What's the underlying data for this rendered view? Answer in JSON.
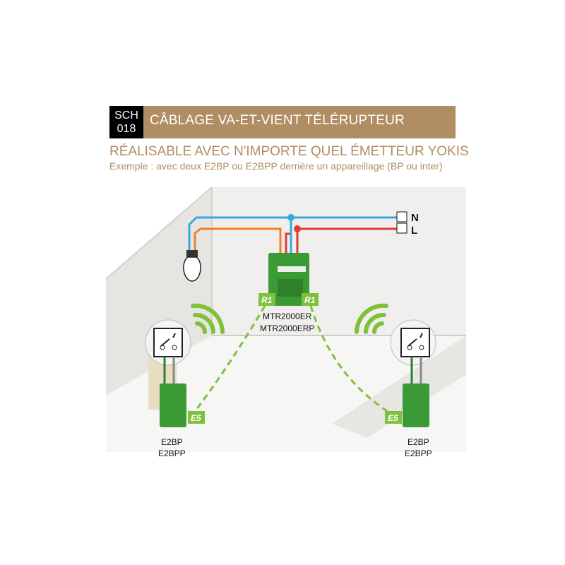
{
  "header": {
    "code_line1": "SCH",
    "code_line2": "018",
    "title": "CÂBLAGE VA-ET-VIENT TÉLÉRUPTEUR",
    "subtitle": "RÉALISABLE AVEC N'IMPORTE QUEL ÉMETTEUR YOKIS",
    "example": "Exemple : avec deux E2BP ou E2BPP derrière un appareillage (BP ou inter)"
  },
  "diagram": {
    "terminals": {
      "neutral": "N",
      "live": "L"
    },
    "receiver": {
      "model1": "MTR2000ER",
      "model2": "MTR2000ERP",
      "port": "R1"
    },
    "emitter_left": {
      "model1": "E2BP",
      "model2": "E2BPP",
      "port": "E5"
    },
    "emitter_right": {
      "model1": "E2BP",
      "model2": "E2BPP",
      "port": "E5"
    },
    "colors": {
      "neutral": "#3aa8e0",
      "live": "#e03a3a",
      "switched": "#f07f2a",
      "radio": "#7ec13a",
      "brand": "#b08d63"
    }
  }
}
